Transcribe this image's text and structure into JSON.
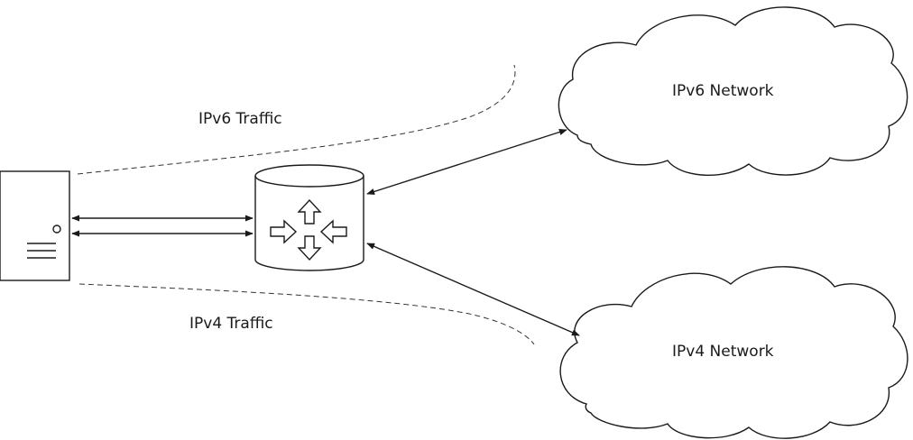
{
  "diagram": {
    "labels": {
      "ipv6_traffic": "IPv6 Traffic",
      "ipv4_traffic": "IPv4 Traffic",
      "ipv6_network": "IPv6 Network",
      "ipv4_network": "IPv4 Network"
    },
    "nodes": [
      {
        "id": "server",
        "icon": "server-icon"
      },
      {
        "id": "router",
        "icon": "router-icon"
      },
      {
        "id": "ipv6-network",
        "icon": "cloud-icon"
      },
      {
        "id": "ipv4-network",
        "icon": "cloud-icon"
      }
    ],
    "connections": [
      {
        "from": "server",
        "to": "router",
        "style": "double-arrow"
      },
      {
        "from": "router",
        "to": "server",
        "style": "double-arrow"
      },
      {
        "from": "router",
        "to": "ipv6-network",
        "style": "double-arrow"
      },
      {
        "from": "router",
        "to": "ipv4-network",
        "style": "double-arrow"
      }
    ],
    "colors": {
      "stroke": "#1a1a1a",
      "background": "#ffffff"
    }
  }
}
